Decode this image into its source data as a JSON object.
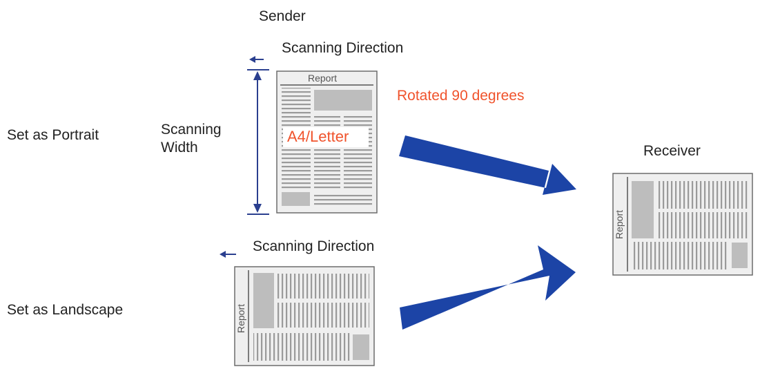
{
  "labels": {
    "sender": "Sender",
    "receiver": "Receiver",
    "scan_direction_top": "Scanning Direction",
    "scan_direction_bottom": "Scanning Direction",
    "scanning_width": "Scanning\nWidth",
    "set_portrait": "Set as Portrait",
    "set_landscape": "Set as Landscape",
    "rotated": "Rotated 90 degrees",
    "paper_size": "A4/Letter"
  },
  "documents": {
    "portrait_title": "Report",
    "landscape_title": "Report",
    "receiver_title": "Report"
  },
  "colors": {
    "arrow_fill": "#1c44a6",
    "small_arrow": "#2a3f8f",
    "highlight_text": "#f0532c",
    "paper_bg": "#efefef",
    "paper_border": "#6b6b6b",
    "block_gray": "#bdbdbd",
    "line_gray": "#9a9a9a"
  },
  "icons": {
    "arrow_left_small": "arrow-left-icon",
    "big_arrow": "block-arrow-icon"
  }
}
